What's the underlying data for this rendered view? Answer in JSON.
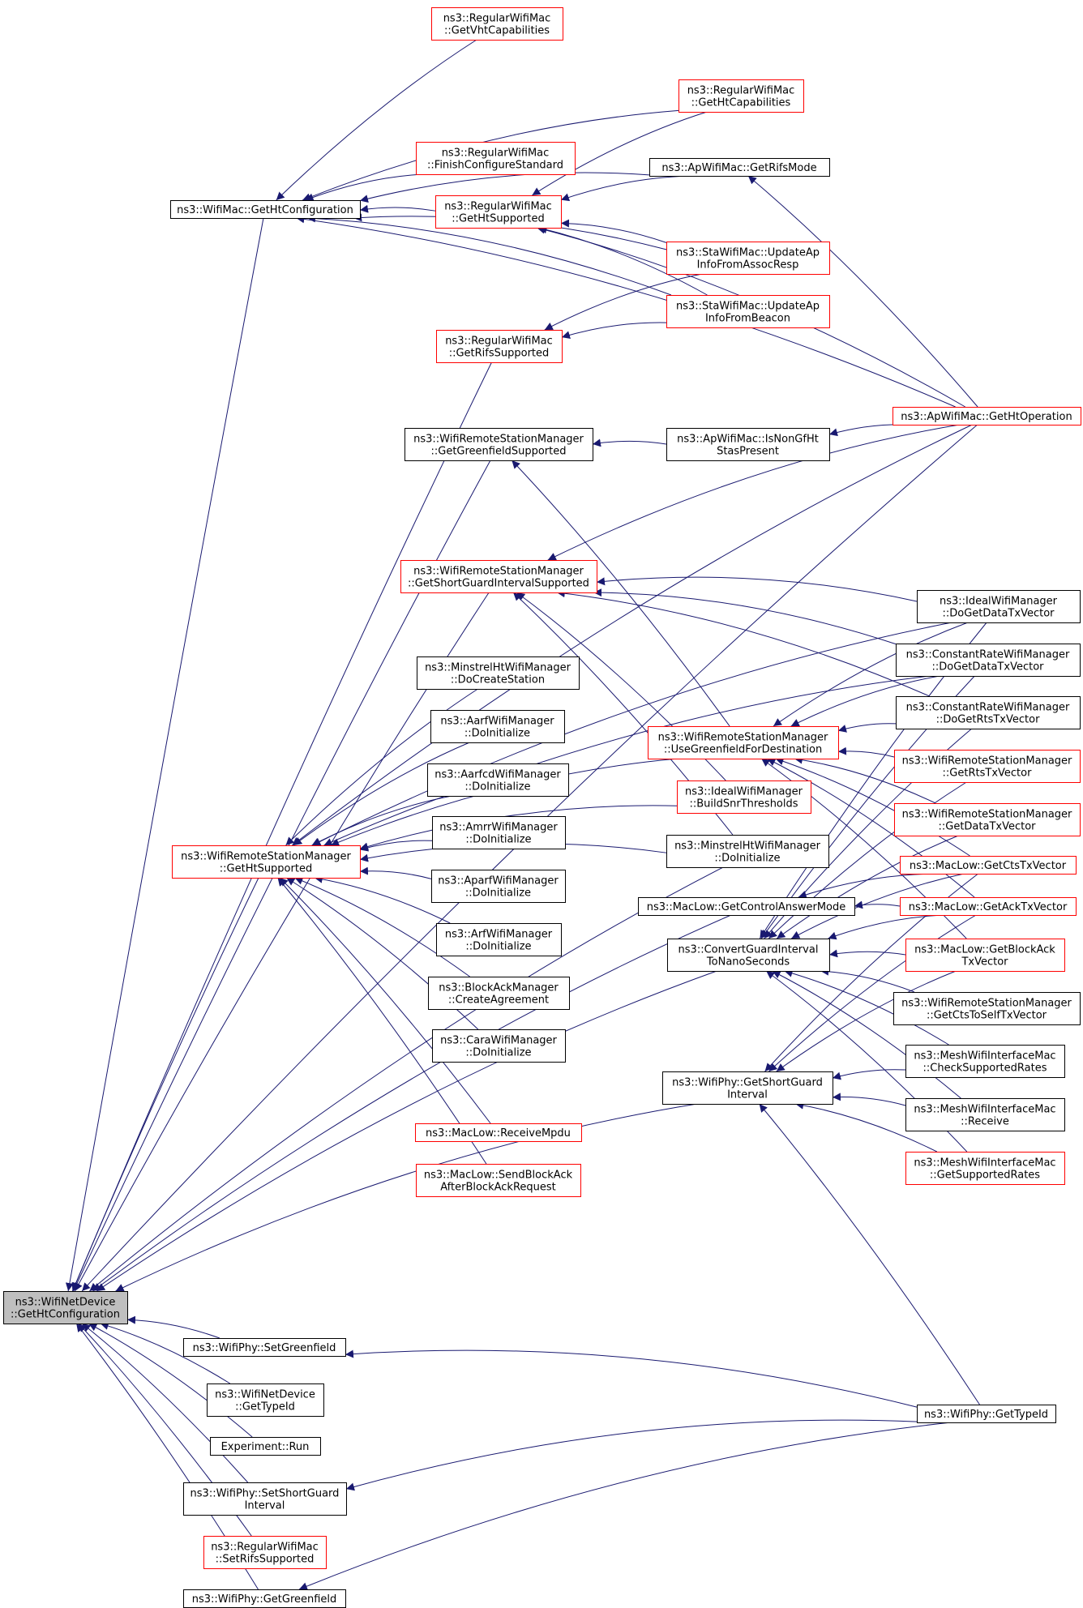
{
  "root": [
    "ns3::WifiNetDevice",
    "::GetHtConfiguration"
  ],
  "nodes": [
    {
      "id": "root",
      "lines": [
        "ns3::WifiNetDevice",
        "::GetHtConfiguration"
      ],
      "color": "black",
      "root": true
    },
    {
      "id": "getvht",
      "lines": [
        "ns3::RegularWifiMac",
        "::GetVhtCapabilities"
      ],
      "color": "red"
    },
    {
      "id": "gethtcap",
      "lines": [
        "ns3::RegularWifiMac",
        "::GetHtCapabilities"
      ],
      "color": "red"
    },
    {
      "id": "finishcfg",
      "lines": [
        "ns3::RegularWifiMac",
        "::FinishConfigureStandard"
      ],
      "color": "red"
    },
    {
      "id": "aprifs",
      "lines": [
        "ns3::ApWifiMac::GetRifsMode"
      ],
      "color": "black"
    },
    {
      "id": "machtconf",
      "lines": [
        "ns3::WifiMac::GetHtConfiguration"
      ],
      "color": "black"
    },
    {
      "id": "rwmhtsup",
      "lines": [
        "ns3::RegularWifiMac",
        "::GetHtSupported"
      ],
      "color": "red"
    },
    {
      "id": "updassoc",
      "lines": [
        "ns3::StaWifiMac::UpdateAp",
        "InfoFromAssocResp"
      ],
      "color": "red"
    },
    {
      "id": "updbeacon",
      "lines": [
        "ns3::StaWifiMac::UpdateAp",
        "InfoFromBeacon"
      ],
      "color": "red"
    },
    {
      "id": "rifssup",
      "lines": [
        "ns3::RegularWifiMac",
        "::GetRifsSupported"
      ],
      "color": "red"
    },
    {
      "id": "apop",
      "lines": [
        "ns3::ApWifiMac::GetHtOperation"
      ],
      "color": "red"
    },
    {
      "id": "gfsup",
      "lines": [
        "ns3::WifiRemoteStationManager",
        "::GetGreenfieldSupported"
      ],
      "color": "black"
    },
    {
      "id": "nongf",
      "lines": [
        "ns3::ApWifiMac::IsNonGfHt",
        "StasPresent"
      ],
      "color": "black"
    },
    {
      "id": "sgisup",
      "lines": [
        "ns3::WifiRemoteStationManager",
        "::GetShortGuardIntervalSupported"
      ],
      "color": "red"
    },
    {
      "id": "idealdata",
      "lines": [
        "ns3::IdealWifiManager",
        "::DoGetDataTxVector"
      ],
      "color": "black"
    },
    {
      "id": "minstrelcreate",
      "lines": [
        "ns3::MinstrelHtWifiManager",
        "::DoCreateStation"
      ],
      "color": "black"
    },
    {
      "id": "crdata",
      "lines": [
        "ns3::ConstantRateWifiManager",
        "::DoGetDataTxVector"
      ],
      "color": "black"
    },
    {
      "id": "aarfinit",
      "lines": [
        "ns3::AarfWifiManager",
        "::DoInitialize"
      ],
      "color": "black"
    },
    {
      "id": "usegf",
      "lines": [
        "ns3::WifiRemoteStationManager",
        "::UseGreenfieldForDestination"
      ],
      "color": "red"
    },
    {
      "id": "crrts",
      "lines": [
        "ns3::ConstantRateWifiManager",
        "::DoGetRtsTxVector"
      ],
      "color": "black"
    },
    {
      "id": "aarfcdinit",
      "lines": [
        "ns3::AarfcdWifiManager",
        "::DoInitialize"
      ],
      "color": "black"
    },
    {
      "id": "wrsmrts",
      "lines": [
        "ns3::WifiRemoteStationManager",
        "::GetRtsTxVector"
      ],
      "color": "red"
    },
    {
      "id": "idealsnr",
      "lines": [
        "ns3::IdealWifiManager",
        "::BuildSnrThresholds"
      ],
      "color": "red"
    },
    {
      "id": "wrsmdata",
      "lines": [
        "ns3::WifiRemoteStationManager",
        "::GetDataTxVector"
      ],
      "color": "red"
    },
    {
      "id": "amrrinit",
      "lines": [
        "ns3::AmrrWifiManager",
        "::DoInitialize"
      ],
      "color": "black"
    },
    {
      "id": "minstrelinit",
      "lines": [
        "ns3::MinstrelHtWifiManager",
        "::DoInitialize"
      ],
      "color": "black"
    },
    {
      "id": "htsup",
      "lines": [
        "ns3::WifiRemoteStationManager",
        "::GetHtSupported"
      ],
      "color": "red"
    },
    {
      "id": "ctstx",
      "lines": [
        "ns3::MacLow::GetCtsTxVector"
      ],
      "color": "red"
    },
    {
      "id": "aparfinit",
      "lines": [
        "ns3::AparfWifiManager",
        "::DoInitialize"
      ],
      "color": "black"
    },
    {
      "id": "ctrlmode",
      "lines": [
        "ns3::MacLow::GetControlAnswerMode"
      ],
      "color": "black"
    },
    {
      "id": "acktx",
      "lines": [
        "ns3::MacLow::GetAckTxVector"
      ],
      "color": "red"
    },
    {
      "id": "arfinit",
      "lines": [
        "ns3::ArfWifiManager",
        "::DoInitialize"
      ],
      "color": "black"
    },
    {
      "id": "convgi",
      "lines": [
        "ns3::ConvertGuardInterval",
        "ToNanoSeconds"
      ],
      "color": "black"
    },
    {
      "id": "blockacktx",
      "lines": [
        "ns3::MacLow::GetBlockAck",
        "TxVector"
      ],
      "color": "red"
    },
    {
      "id": "bamcreate",
      "lines": [
        "ns3::BlockAckManager",
        "::CreateAgreement"
      ],
      "color": "black"
    },
    {
      "id": "ctsself",
      "lines": [
        "ns3::WifiRemoteStationManager",
        "::GetCtsToSelfTxVector"
      ],
      "color": "black"
    },
    {
      "id": "carainit",
      "lines": [
        "ns3::CaraWifiManager",
        "::DoInitialize"
      ],
      "color": "black"
    },
    {
      "id": "meshcheck",
      "lines": [
        "ns3::MeshWifiInterfaceMac",
        "::CheckSupportedRates"
      ],
      "color": "black"
    },
    {
      "id": "physgi",
      "lines": [
        "ns3::WifiPhy::GetShortGuard",
        "Interval"
      ],
      "color": "black"
    },
    {
      "id": "meshrecv",
      "lines": [
        "ns3::MeshWifiInterfaceMac",
        "::Receive"
      ],
      "color": "black"
    },
    {
      "id": "recvmpdu",
      "lines": [
        "ns3::MacLow::ReceiveMpdu"
      ],
      "color": "red"
    },
    {
      "id": "meshgetrates",
      "lines": [
        "ns3::MeshWifiInterfaceMac",
        "::GetSupportedRates"
      ],
      "color": "red"
    },
    {
      "id": "sendba",
      "lines": [
        "ns3::MacLow::SendBlockAck",
        "AfterBlockAckRequest"
      ],
      "color": "red"
    },
    {
      "id": "setgf",
      "lines": [
        "ns3::WifiPhy::SetGreenfield"
      ],
      "color": "black"
    },
    {
      "id": "wndtypeid",
      "lines": [
        "ns3::WifiNetDevice",
        "::GetTypeId"
      ],
      "color": "black"
    },
    {
      "id": "phytypeid",
      "lines": [
        "ns3::WifiPhy::GetTypeId"
      ],
      "color": "black"
    },
    {
      "id": "exprun",
      "lines": [
        "Experiment::Run"
      ],
      "color": "black"
    },
    {
      "id": "setsgi",
      "lines": [
        "ns3::WifiPhy::SetShortGuard",
        "Interval"
      ],
      "color": "black"
    },
    {
      "id": "setrifs",
      "lines": [
        "ns3::RegularWifiMac",
        "::SetRifsSupported"
      ],
      "color": "red"
    },
    {
      "id": "getgf",
      "lines": [
        "ns3::WifiPhy::GetGreenfield"
      ],
      "color": "black"
    }
  ],
  "edges": [
    [
      "machtconf",
      "root"
    ],
    [
      "htsup",
      "root"
    ],
    [
      "gfsup",
      "root"
    ],
    [
      "sgisup",
      "root"
    ],
    [
      "rifssup",
      "root"
    ],
    [
      "ctrlmode",
      "root"
    ],
    [
      "physgi",
      "root"
    ],
    [
      "convgi",
      "root"
    ],
    [
      "minstrelinit",
      "root"
    ],
    [
      "setgf",
      "root"
    ],
    [
      "wndtypeid",
      "root"
    ],
    [
      "exprun",
      "root"
    ],
    [
      "setsgi",
      "root"
    ],
    [
      "setrifs",
      "root"
    ],
    [
      "getgf",
      "root"
    ],
    [
      "apop",
      "root"
    ],
    [
      "getvht",
      "machtconf"
    ],
    [
      "gethtcap",
      "machtconf"
    ],
    [
      "finishcfg",
      "machtconf"
    ],
    [
      "aprifs",
      "machtconf"
    ],
    [
      "rwmhtsup",
      "machtconf"
    ],
    [
      "updassoc",
      "machtconf"
    ],
    [
      "updbeacon",
      "machtconf"
    ],
    [
      "apop",
      "machtconf"
    ],
    [
      "gethtcap",
      "rwmhtsup"
    ],
    [
      "aprifs",
      "rwmhtsup"
    ],
    [
      "updassoc",
      "rwmhtsup"
    ],
    [
      "updbeacon",
      "rwmhtsup"
    ],
    [
      "apop",
      "rwmhtsup"
    ],
    [
      "updassoc",
      "rifssup"
    ],
    [
      "updbeacon",
      "rifssup"
    ],
    [
      "apop",
      "aprifs"
    ],
    [
      "nongf",
      "gfsup"
    ],
    [
      "apop",
      "nongf"
    ],
    [
      "usegf",
      "gfsup"
    ],
    [
      "apop",
      "sgisup"
    ],
    [
      "idealdata",
      "sgisup"
    ],
    [
      "crdata",
      "sgisup"
    ],
    [
      "crrts",
      "sgisup"
    ],
    [
      "idealsnr",
      "sgisup"
    ],
    [
      "minstrelinit",
      "sgisup"
    ],
    [
      "idealdata",
      "usegf"
    ],
    [
      "crdata",
      "usegf"
    ],
    [
      "crrts",
      "usegf"
    ],
    [
      "wrsmrts",
      "usegf"
    ],
    [
      "wrsmdata",
      "usegf"
    ],
    [
      "ctstx",
      "usegf"
    ],
    [
      "acktx",
      "usegf"
    ],
    [
      "blockacktx",
      "usegf"
    ],
    [
      "minstrelcreate",
      "htsup"
    ],
    [
      "aarfinit",
      "htsup"
    ],
    [
      "aarfcdinit",
      "htsup"
    ],
    [
      "amrrinit",
      "htsup"
    ],
    [
      "aparfinit",
      "htsup"
    ],
    [
      "arfinit",
      "htsup"
    ],
    [
      "bamcreate",
      "htsup"
    ],
    [
      "carainit",
      "htsup"
    ],
    [
      "recvmpdu",
      "htsup"
    ],
    [
      "sendba",
      "htsup"
    ],
    [
      "idealsnr",
      "htsup"
    ],
    [
      "minstrelinit",
      "htsup"
    ],
    [
      "idealdata",
      "htsup"
    ],
    [
      "crdata",
      "htsup"
    ],
    [
      "apop",
      "htsup"
    ],
    [
      "usegf",
      "htsup"
    ],
    [
      "ctstx",
      "ctrlmode"
    ],
    [
      "acktx",
      "ctrlmode"
    ],
    [
      "idealdata",
      "convgi"
    ],
    [
      "crdata",
      "convgi"
    ],
    [
      "crrts",
      "convgi"
    ],
    [
      "wrsmrts",
      "convgi"
    ],
    [
      "wrsmdata",
      "convgi"
    ],
    [
      "ctstx",
      "convgi"
    ],
    [
      "acktx",
      "convgi"
    ],
    [
      "blockacktx",
      "convgi"
    ],
    [
      "ctsself",
      "convgi"
    ],
    [
      "meshcheck",
      "convgi"
    ],
    [
      "meshrecv",
      "convgi"
    ],
    [
      "meshgetrates",
      "convgi"
    ],
    [
      "meshcheck",
      "physgi"
    ],
    [
      "meshrecv",
      "physgi"
    ],
    [
      "meshgetrates",
      "physgi"
    ],
    [
      "phytypeid",
      "physgi"
    ],
    [
      "ctstx",
      "physgi"
    ],
    [
      "acktx",
      "physgi"
    ],
    [
      "blockacktx",
      "physgi"
    ],
    [
      "phytypeid",
      "setgf"
    ],
    [
      "phytypeid",
      "setsgi"
    ],
    [
      "phytypeid",
      "getgf"
    ]
  ]
}
